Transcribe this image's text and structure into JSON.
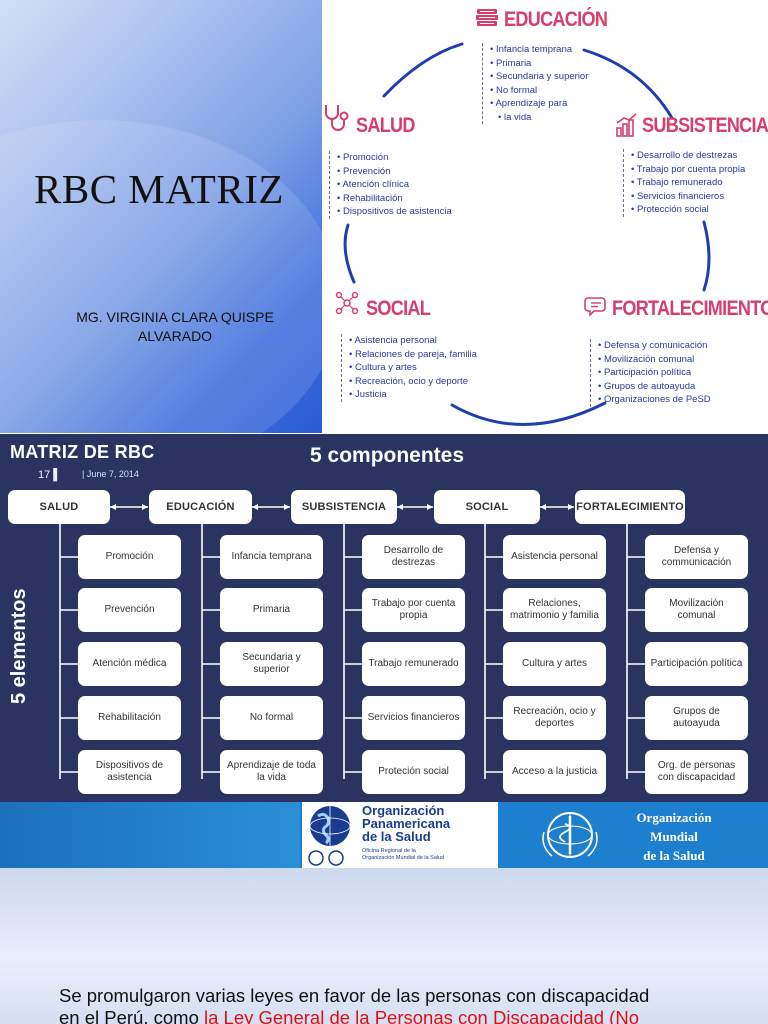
{
  "slide1": {
    "title": "RBC MATRIZ",
    "author_line1": "MG. VIRGINIA CLARA QUISPE",
    "author_line2": "ALVARADO",
    "components": [
      {
        "name": "EDUCACIÓN",
        "icon": "books-icon",
        "items": [
          "Infancia temprana",
          "Primaria",
          "Secundaria y superior",
          "No formal",
          "Aprendizaje para",
          "la vida"
        ]
      },
      {
        "name": "SUBSISTENCIA",
        "icon": "bar-chart-icon",
        "items": [
          "Desarrollo de destrezas",
          "Trabajo por cuenta propia",
          "Trabajo remunerado",
          "Servicios financieros",
          "Protección social"
        ]
      },
      {
        "name": "FORTALECIMIENTO",
        "icon": "speech-bubbles-icon",
        "items": [
          "Defensa y comunicación",
          "Movilización comunal",
          "Participación política",
          "Grupos de autoayuda",
          "Organizaciones de PeSD"
        ]
      },
      {
        "name": "SOCIAL",
        "icon": "people-network-icon",
        "items": [
          "Asistencia personal",
          "Relaciones de pareja, familia",
          "Cultura y artes",
          "Recreación, ocio y deporte",
          "Justicia"
        ]
      },
      {
        "name": "SALUD",
        "icon": "stethoscope-icon",
        "items": [
          "Promoción",
          "Prevención",
          "Atención clínica",
          "Rehabilitación",
          "Dispositivos de asistencia"
        ]
      }
    ],
    "colors": {
      "title_pink": "#d63e6b",
      "items_blue": "#2a3a9a",
      "circle_blue": "#1f3fb0"
    }
  },
  "slide2": {
    "title": "MATRIZ DE RBC",
    "subtitle": "5 componentes",
    "vertical_label": "5 elementos",
    "columns": [
      {
        "header": "SALUD",
        "items": [
          "Promoción",
          "Prevención",
          "Atención médica",
          "Rehabilitación",
          "Dispositivos de asistencia"
        ]
      },
      {
        "header": "EDUCACIÓN",
        "items": [
          "Infancia temprana",
          "Primaria",
          "Secundaria y superior",
          "No formal",
          "Aprendizaje de toda la vida"
        ]
      },
      {
        "header": "SUBSISTENCIA",
        "items": [
          "Desarrollo de destrezas",
          "Trabajo por cuenta propia",
          "Trabajo remunerado",
          "Servicios financieros",
          "Proteción social"
        ]
      },
      {
        "header": "SOCIAL",
        "items": [
          "Asistencia personal",
          "Relaciones, matrimonio y familia",
          "Cultura y artes",
          "Recreación, ocio y deportes",
          "Acceso a la justicia"
        ]
      },
      {
        "header": "FORTALECIMIENTO",
        "items": [
          "Defensa y communicación",
          "Movilización comunal",
          "Participación política",
          "Grupos de autoayuda",
          "Org. de personas con discapacidad"
        ]
      }
    ],
    "footer": {
      "page_number": "17",
      "date": "June 7, 2014",
      "ops_name_line1": "Organización",
      "ops_name_line2": "Panamericana",
      "ops_name_line3": "de la Salud",
      "ops_sub_line1": "Oficina Regional de la",
      "ops_sub_line2": "Organización Mundial de la Salud",
      "oms_line1": "Organización",
      "oms_line2": "Mundial",
      "oms_line3": "de la Salud"
    },
    "colors": {
      "background": "#2b3461",
      "footer": "#1f7fcf"
    }
  },
  "slide3": {
    "line1": "Se promulgaron varias leyes en favor de las personas con discapacidad",
    "line2_prefix": "en el Perú, como ",
    "line2_highlight": "la Ley General de la Personas con Discapacidad (No",
    "highlight_color": "#e01010"
  }
}
